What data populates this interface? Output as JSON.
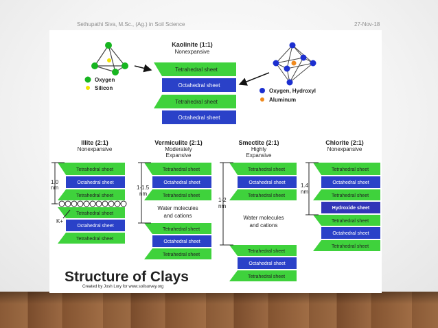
{
  "header": {
    "author": "Sethupathi Siva, M.Sc., (Ag.) in Soil Science",
    "date": "27-Nov-18"
  },
  "colors": {
    "tetrahedral": "#3fd23c",
    "octahedral": "#2a41c8",
    "hydroxide": "#3236b8",
    "oxygen": "#17b520",
    "silicon": "#f2e400",
    "hydroxyl": "#1c2fd0",
    "aluminum": "#f08a1e"
  },
  "kaolinite": {
    "title": "Kaolinite (1:1)",
    "subtitle": "Nonexpansive",
    "sheets": [
      "Tetrahedral sheet",
      "Octahedral sheet",
      "Tetrahedral sheet",
      "Octahedral sheet"
    ],
    "legend_left": [
      "Oxygen",
      "Silicon"
    ],
    "legend_right": [
      "Oxygen, Hydroxyl",
      "Aluminum"
    ]
  },
  "illite": {
    "title": "Illite (2:1)",
    "subtitle": "Nonexpansive",
    "sheets": [
      "Tetrahedral sheet",
      "Octahedral sheet",
      "Tetrahedral sheet",
      "Tetrahedral sheet",
      "Octahedral sheet",
      "Tetrahedral sheet"
    ],
    "dim1": "1.0",
    "dim2": "nm",
    "ion": "K+"
  },
  "vermiculite": {
    "title": "Vermiculite (2:1)",
    "subtitle1": "Moderately",
    "subtitle2": "Expansive",
    "sheets": [
      "Tetrahedral sheet",
      "Octahedral sheet",
      "Tetrahedral sheet",
      "Tetrahedral sheet",
      "Octahedral sheet",
      "Tetrahedral sheet"
    ],
    "dim1": "1-1.5",
    "dim2": "nm",
    "water1": "Water molecules",
    "water2": "and cations"
  },
  "smectite": {
    "title": "Smectite (2:1)",
    "subtitle1": "Highly",
    "subtitle2": "Expansive",
    "sheets": [
      "Tetrahedral sheet",
      "Octahedral sheet",
      "Tetrahedral sheet",
      "Tetrahedral sheet",
      "Octahedral sheet",
      "Tetrahedral sheet"
    ],
    "dim1": "1-2",
    "dim2": "nm",
    "water1": "Water molecules",
    "water2": "and cations"
  },
  "chlorite": {
    "title": "Chlorite (2:1)",
    "subtitle": "Nonexpansive",
    "sheets": [
      "Tetrahedral sheet",
      "Octahedral sheet",
      "Tetrahedral sheet",
      "Hydroxide sheet",
      "Tetrahedral sheet",
      "Octahedral sheet",
      "Tetrahedral sheet"
    ],
    "dim1": "1.4",
    "dim2": "nm"
  },
  "footer": {
    "title": "Structure of Clays",
    "credit": "Created by Josh Lory for www.soilsurvey.org"
  }
}
